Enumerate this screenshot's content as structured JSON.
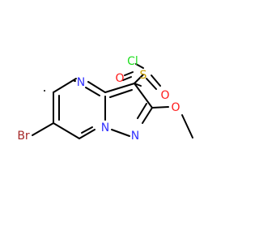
{
  "colors": {
    "bond": "#000000",
    "nitrogen": "#3232ff",
    "oxygen": "#ff1a1a",
    "sulfur": "#c8a000",
    "chlorine": "#1fdf1f",
    "bromine": "#a52828",
    "carbon": "#000000"
  },
  "atoms": {
    "cl": "Cl",
    "s": "S",
    "o_top": "O",
    "o_right": "O",
    "n_top": "N",
    "n_bottom": "N",
    "n_bridge": "N",
    "o_methoxy": "O",
    "br": "Br"
  }
}
